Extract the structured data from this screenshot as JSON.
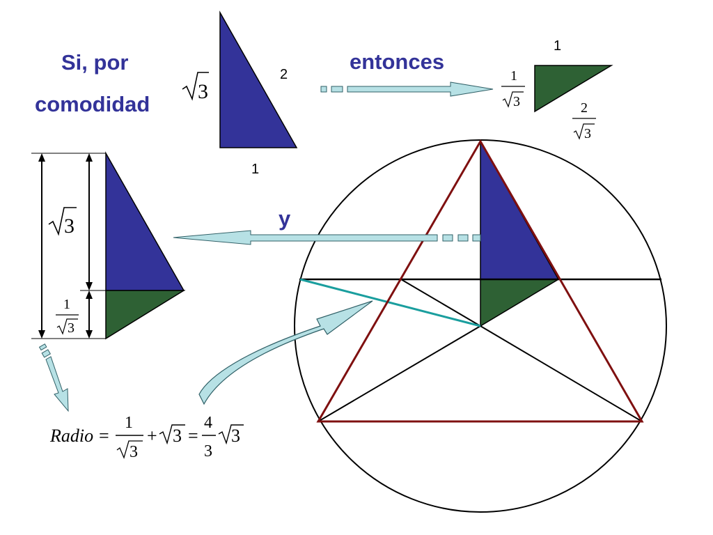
{
  "text": {
    "si_por": "Si, por",
    "comodidad": "comodidad",
    "entonces": "entonces",
    "y": "y"
  },
  "top_triangle": {
    "height_radicand": "3",
    "hypotenuse": "2",
    "base": "1"
  },
  "small_triangle": {
    "top_side": "1",
    "left_num": "1",
    "left_radicand": "3",
    "hyp_num": "2",
    "hyp_radicand": "3"
  },
  "left_figure": {
    "upper_radicand": "3",
    "lower_num": "1",
    "lower_radicand": "3"
  },
  "formula": {
    "word": "Radio",
    "equals": "=",
    "frac1_num": "1",
    "frac1_radicand": "3",
    "plus": "+",
    "radicand2": "3",
    "equals2": "=",
    "frac2_num": "4",
    "frac2_den": "3",
    "radicand3": "3"
  },
  "colors": {
    "title_blue": "#333399",
    "triangle_blue": "#333399",
    "triangle_green": "#2e6134",
    "triangle_outline": "#7f1010",
    "teal_line": "#1a9e9e",
    "arrow_fill": "#b7e1e5"
  }
}
